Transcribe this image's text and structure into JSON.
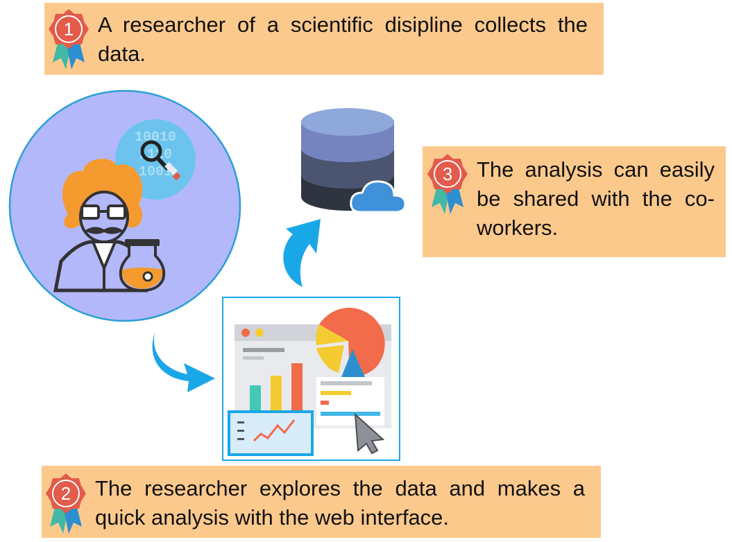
{
  "steps": [
    {
      "number": "1",
      "text": "A researcher of a scientific disipline collects the data."
    },
    {
      "number": "2",
      "text": "The researcher explores the data and makes a quick analysis with the web interface."
    },
    {
      "number": "3",
      "text": "The analysis can easily be shared with the co-workers."
    }
  ],
  "binary_icon": {
    "line1": "10010",
    "line2": "1110",
    "line3": "1001"
  },
  "colors": {
    "box": "#fcc98d",
    "badge": "#e25b4b",
    "ribbon_teal": "#43b8a6",
    "ribbon_blue": "#2e8fd0",
    "arrow": "#1aa7e8",
    "researcher_circle": "#b3b8fb",
    "circle_border": "#2a9fd6"
  }
}
